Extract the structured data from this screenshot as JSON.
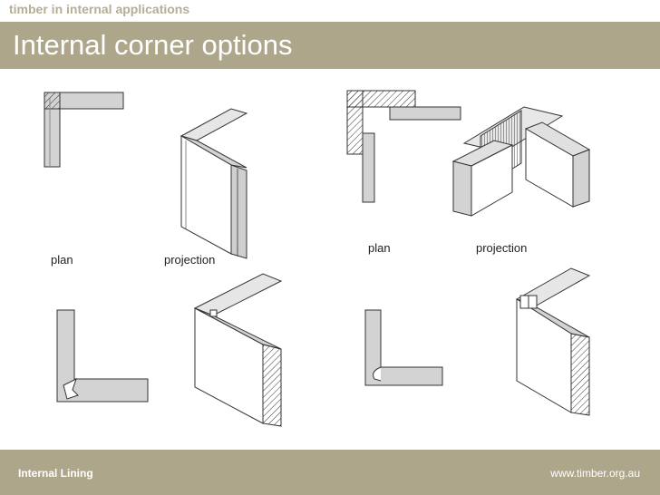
{
  "header": {
    "section": "timber in internal applications",
    "title": "Internal corner options"
  },
  "figures": {
    "top_left": {
      "plan_label": "plan",
      "projection_label": "projection"
    },
    "top_right": {
      "plan_label": "plan",
      "projection_label": "projection"
    }
  },
  "footer": {
    "left": "Internal Lining",
    "right": "www.timber.org.au"
  },
  "colors": {
    "title_bar": "#aea68a",
    "header_text": "#b6ad98",
    "board_fill": "#d3d3d3",
    "line": "#333333"
  }
}
